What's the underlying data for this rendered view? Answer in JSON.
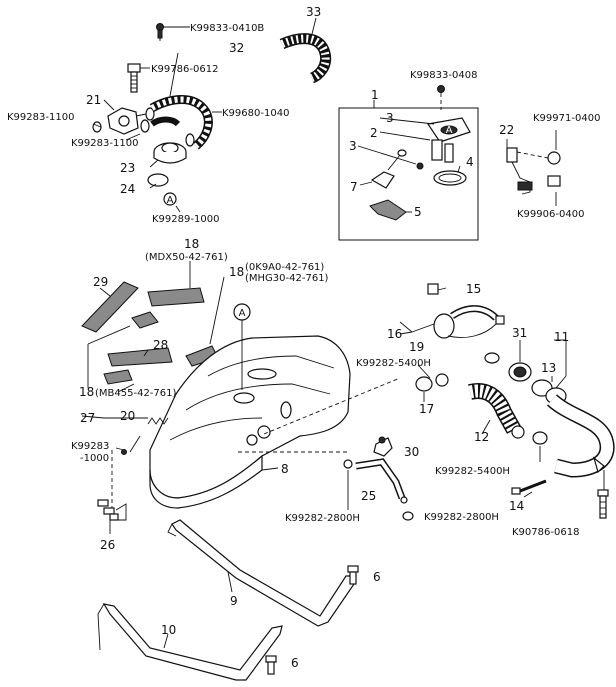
{
  "labels": {
    "l1": "1",
    "l2": "2",
    "l3a": "3",
    "l3b": "3",
    "l4": "4",
    "l5": "5",
    "l6a": "6",
    "l6b": "6",
    "l7": "7",
    "l8": "8",
    "l9": "9",
    "l10": "10",
    "l11": "11",
    "l12": "12",
    "l13": "13",
    "l14": "14",
    "l15": "15",
    "l16": "16",
    "l17": "17",
    "l18a": "18",
    "l18b": "18",
    "l18c": "18",
    "l19": "19",
    "l20": "20",
    "l21": "21",
    "l22": "22",
    "l23": "23",
    "l24": "24",
    "l25": "25",
    "l26": "26",
    "l27": "27",
    "l28": "28",
    "l29": "29",
    "l30": "30",
    "l31": "31",
    "l32": "32",
    "l33": "33",
    "marker_a1": "A",
    "marker_a2": "A"
  },
  "part_numbers": {
    "p_0410b": "K99833-0410B",
    "p_0612": "K99786-0612",
    "p_1100a": "K99283-1100",
    "p_1100b": "K99283-1100",
    "p_1040": "K99680-1040",
    "p_1000_top": "K99289-1000",
    "p_0408": "K99833-0408",
    "p_0400a": "K99971-0400",
    "p_0400b": "K99906-0400",
    "p_mdx": "(MDX50-42-761)",
    "p_0k9a0": "(0K9A0-42-761)",
    "p_mhg30": "(MHG30-42-761)",
    "p_mb455": "(MB455-42-761)",
    "p_5400h_a": "K99282-5400H",
    "p_5400h_b": "K99282-5400H",
    "p_1000_left_1": "K99283",
    "p_1000_left_2": "-1000",
    "p_2800h_a": "K99282-2800H",
    "p_2800h_b": "K99282-2800H",
    "p_0618": "K90786-0618"
  }
}
